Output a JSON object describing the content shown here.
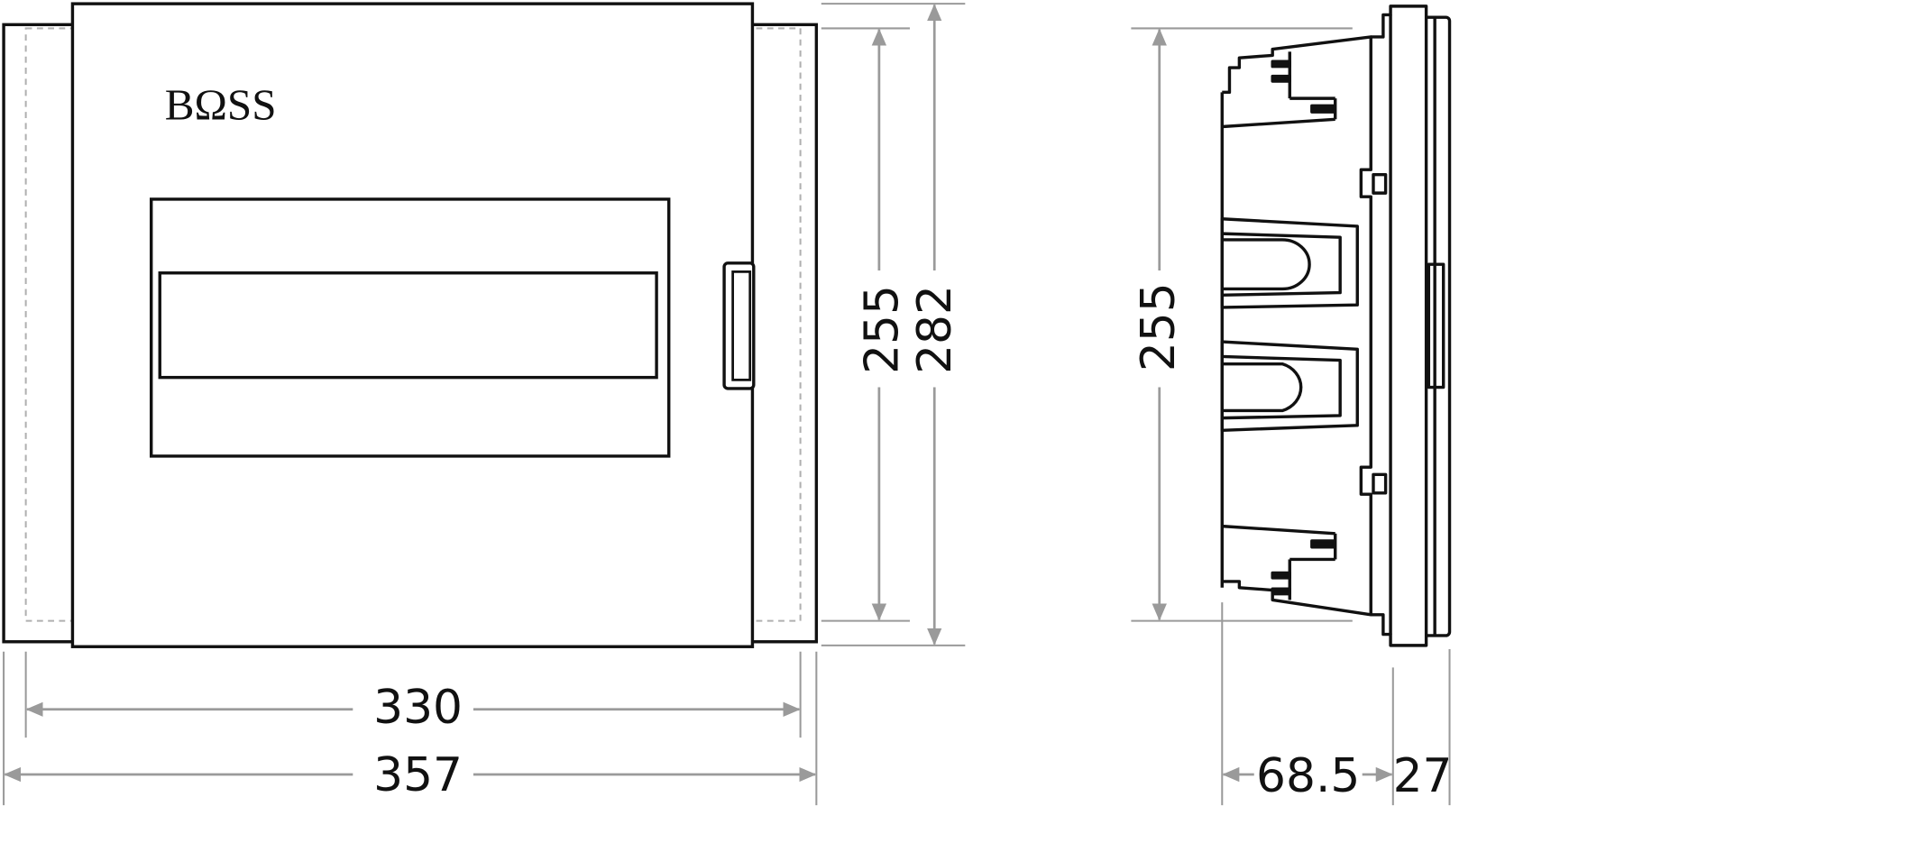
{
  "brand": {
    "logo_text": "BΩSS"
  },
  "front_view": {
    "dimensions": {
      "inner_width": "330",
      "outer_width": "357",
      "inner_height": "255",
      "outer_height": "282"
    }
  },
  "side_view": {
    "dimensions": {
      "height": "255",
      "depth_body": "68.5",
      "depth_front": "27"
    }
  },
  "colors": {
    "outline": "#111111",
    "dimension_line": "#9a9a9a",
    "hidden_line": "#b0b0b0"
  }
}
